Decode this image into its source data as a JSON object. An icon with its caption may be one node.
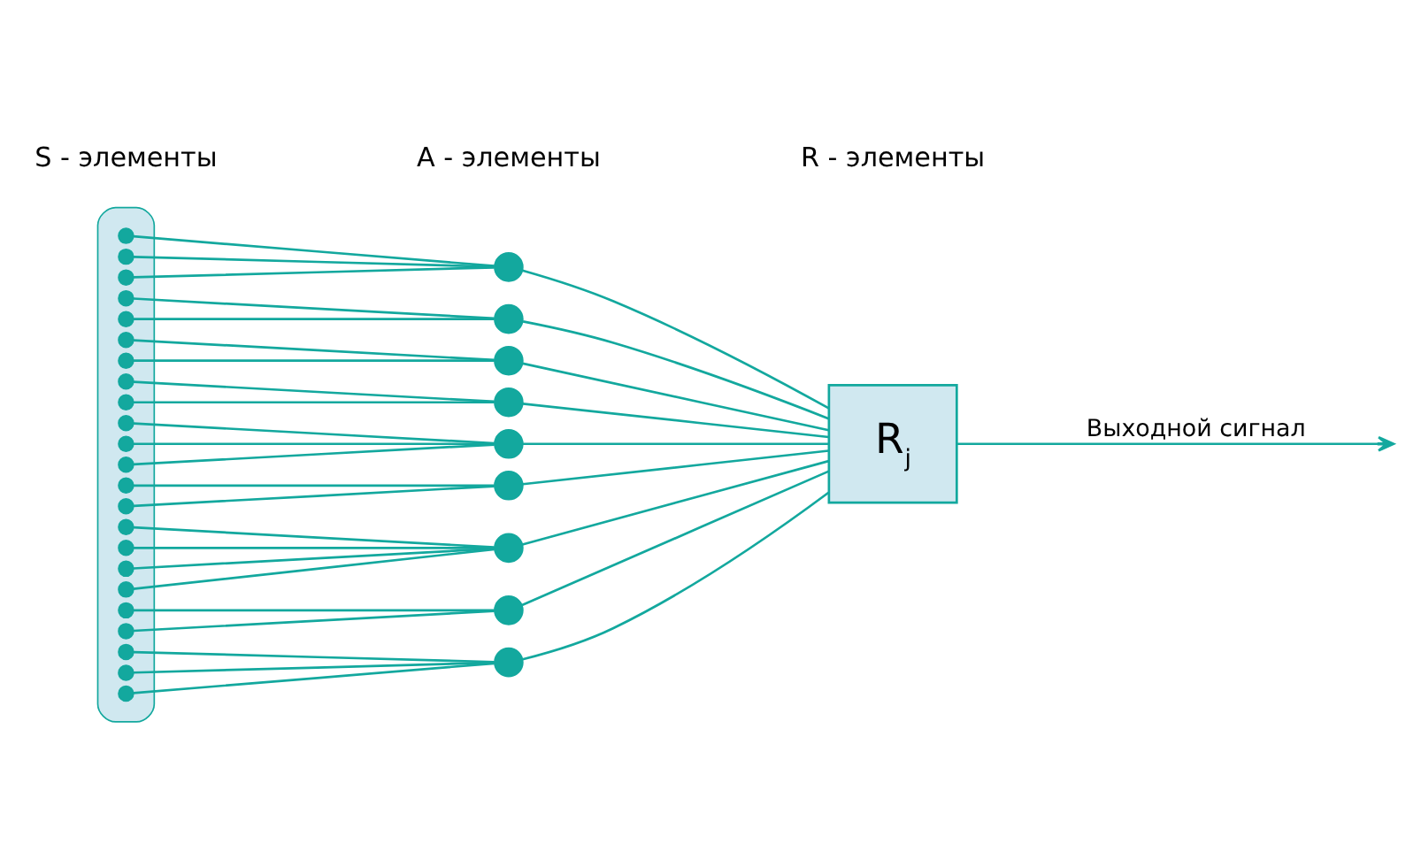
{
  "diagram": {
    "nodes": [
      {
        "text": [],
        "shape": "ellipse"
      },
      {
        "text": [],
        "shape": "circle",
        "in": 0
      },
      {
        "text": [],
        "shape": "circle",
        "in": 0
      },
      {
        "text": [],
        "shape": "circle",
        "in": 0
      },
      {
        "text": [],
        "shape": "circle",
        "in": 0
      },
      {
        "text": [],
        "shape": "circle",
        "in": 0
      },
      {
        "text": [],
        "shape": "circle",
        "in": 0
      },
      {
        "text": [],
        "shape": "circle",
        "in": 0
      },
      {
        "text": [],
        "shape": "circle",
        "in": 0
      },
      {
        "text": [],
        "shape": "circle",
        "in": 0
      },
      {
        "text": [],
        "shape": "circle",
        "in": 0
      },
      {
        "text": [],
        "shape": "circle",
        "in": 0
      },
      {
        "text": [],
        "shape": "circle",
        "in": 0
      },
      {
        "text": [],
        "shape": "circle",
        "in": 0
      },
      {
        "text": [],
        "shape": "circle",
        "in": 0
      },
      {
        "text": [],
        "shape": "circle",
        "in": 0
      },
      {
        "text": [],
        "shape": "circle",
        "in": 0
      },
      {
        "text": [],
        "shape": "circle",
        "in": 0
      },
      {
        "text": [],
        "shape": "circle",
        "in": 0
      },
      {
        "text": [],
        "shape": "circle",
        "in": 0
      },
      {
        "text": [],
        "shape": "circle",
        "in": 0
      },
      {
        "text": [],
        "shape": "circle",
        "in": 0
      },
      {
        "text": [],
        "shape": "circle",
        "in": 0
      },
      {
        "text": [],
        "shape": "circle",
        "in": 0
      },
      {
        "text": [],
        "shape": "circle"
      },
      {
        "text": [],
        "shape": "circle"
      },
      {
        "text": [],
        "shape": "circle"
      },
      {
        "text": [],
        "shape": "circle"
      },
      {
        "text": [],
        "shape": "circle"
      },
      {
        "text": [],
        "shape": "circle"
      },
      {
        "text": [],
        "shape": "circle"
      },
      {
        "text": [],
        "shape": "circle"
      },
      {
        "text": [],
        "shape": "circle"
      },
      {
        "text": [
          "R$_{j}$"
        ]
      }
    ],
    "edges": [
      {
        "from": 1,
        "to": 24,
        "arrow": "none"
      },
      {
        "from": 2,
        "to": 24,
        "arrow": "none"
      },
      {
        "from": 3,
        "to": 24,
        "arrow": "none"
      },
      {
        "from": 4,
        "to": 25,
        "arrow": "none"
      },
      {
        "from": 5,
        "to": 25,
        "arrow": "none"
      },
      {
        "from": 6,
        "to": 26,
        "arrow": "none"
      },
      {
        "from": 7,
        "to": 26,
        "arrow": "none"
      },
      {
        "from": 8,
        "to": 27,
        "arrow": "none"
      },
      {
        "from": 9,
        "to": 27,
        "arrow": "none"
      },
      {
        "from": 10,
        "to": 28,
        "arrow": "none"
      },
      {
        "from": 11,
        "to": 28,
        "arrow": "none"
      },
      {
        "from": 12,
        "to": 28,
        "arrow": "none"
      },
      {
        "from": 13,
        "to": 29,
        "arrow": "none"
      },
      {
        "from": 14,
        "to": 29,
        "arrow": "none"
      },
      {
        "from": 15,
        "to": 30,
        "arrow": "none"
      },
      {
        "from": 16,
        "to": 30,
        "arrow": "none"
      },
      {
        "from": 17,
        "to": 30,
        "arrow": "none"
      },
      {
        "from": 18,
        "to": 30,
        "arrow": "none"
      },
      {
        "from": 19,
        "to": 31,
        "arrow": "none"
      },
      {
        "from": 20,
        "to": 31,
        "arrow": "none"
      },
      {
        "from": 21,
        "to": 32,
        "arrow": "none"
      },
      {
        "from": 22,
        "to": 32,
        "arrow": "none"
      },
      {
        "from": 23,
        "to": 32,
        "arrow": "none"
      },
      {
        "from": 24,
        "to": 33,
        "arrow": "none"
      },
      {
        "from": 25,
        "to": 33,
        "arrow": "none"
      },
      {
        "from": 26,
        "to": 33,
        "arrow": "none"
      },
      {
        "from": 27,
        "to": 33,
        "arrow": "none"
      },
      {
        "from": 28,
        "to": 33,
        "arrow": "none"
      },
      {
        "from": 29,
        "to": 33,
        "arrow": "none"
      },
      {
        "from": 30,
        "to": 33,
        "arrow": "none"
      },
      {
        "from": 31,
        "to": 33,
        "arrow": "none"
      },
      {
        "from": 32,
        "to": 33,
        "arrow": "none"
      },
      {
        "from": 33,
        "to": null,
        "arrow": "to",
        "label": "Выходной сигнал"
      }
    ],
    "labels": [
      "S - элементы",
      "A - элементы",
      "R - элементы"
    ]
  }
}
